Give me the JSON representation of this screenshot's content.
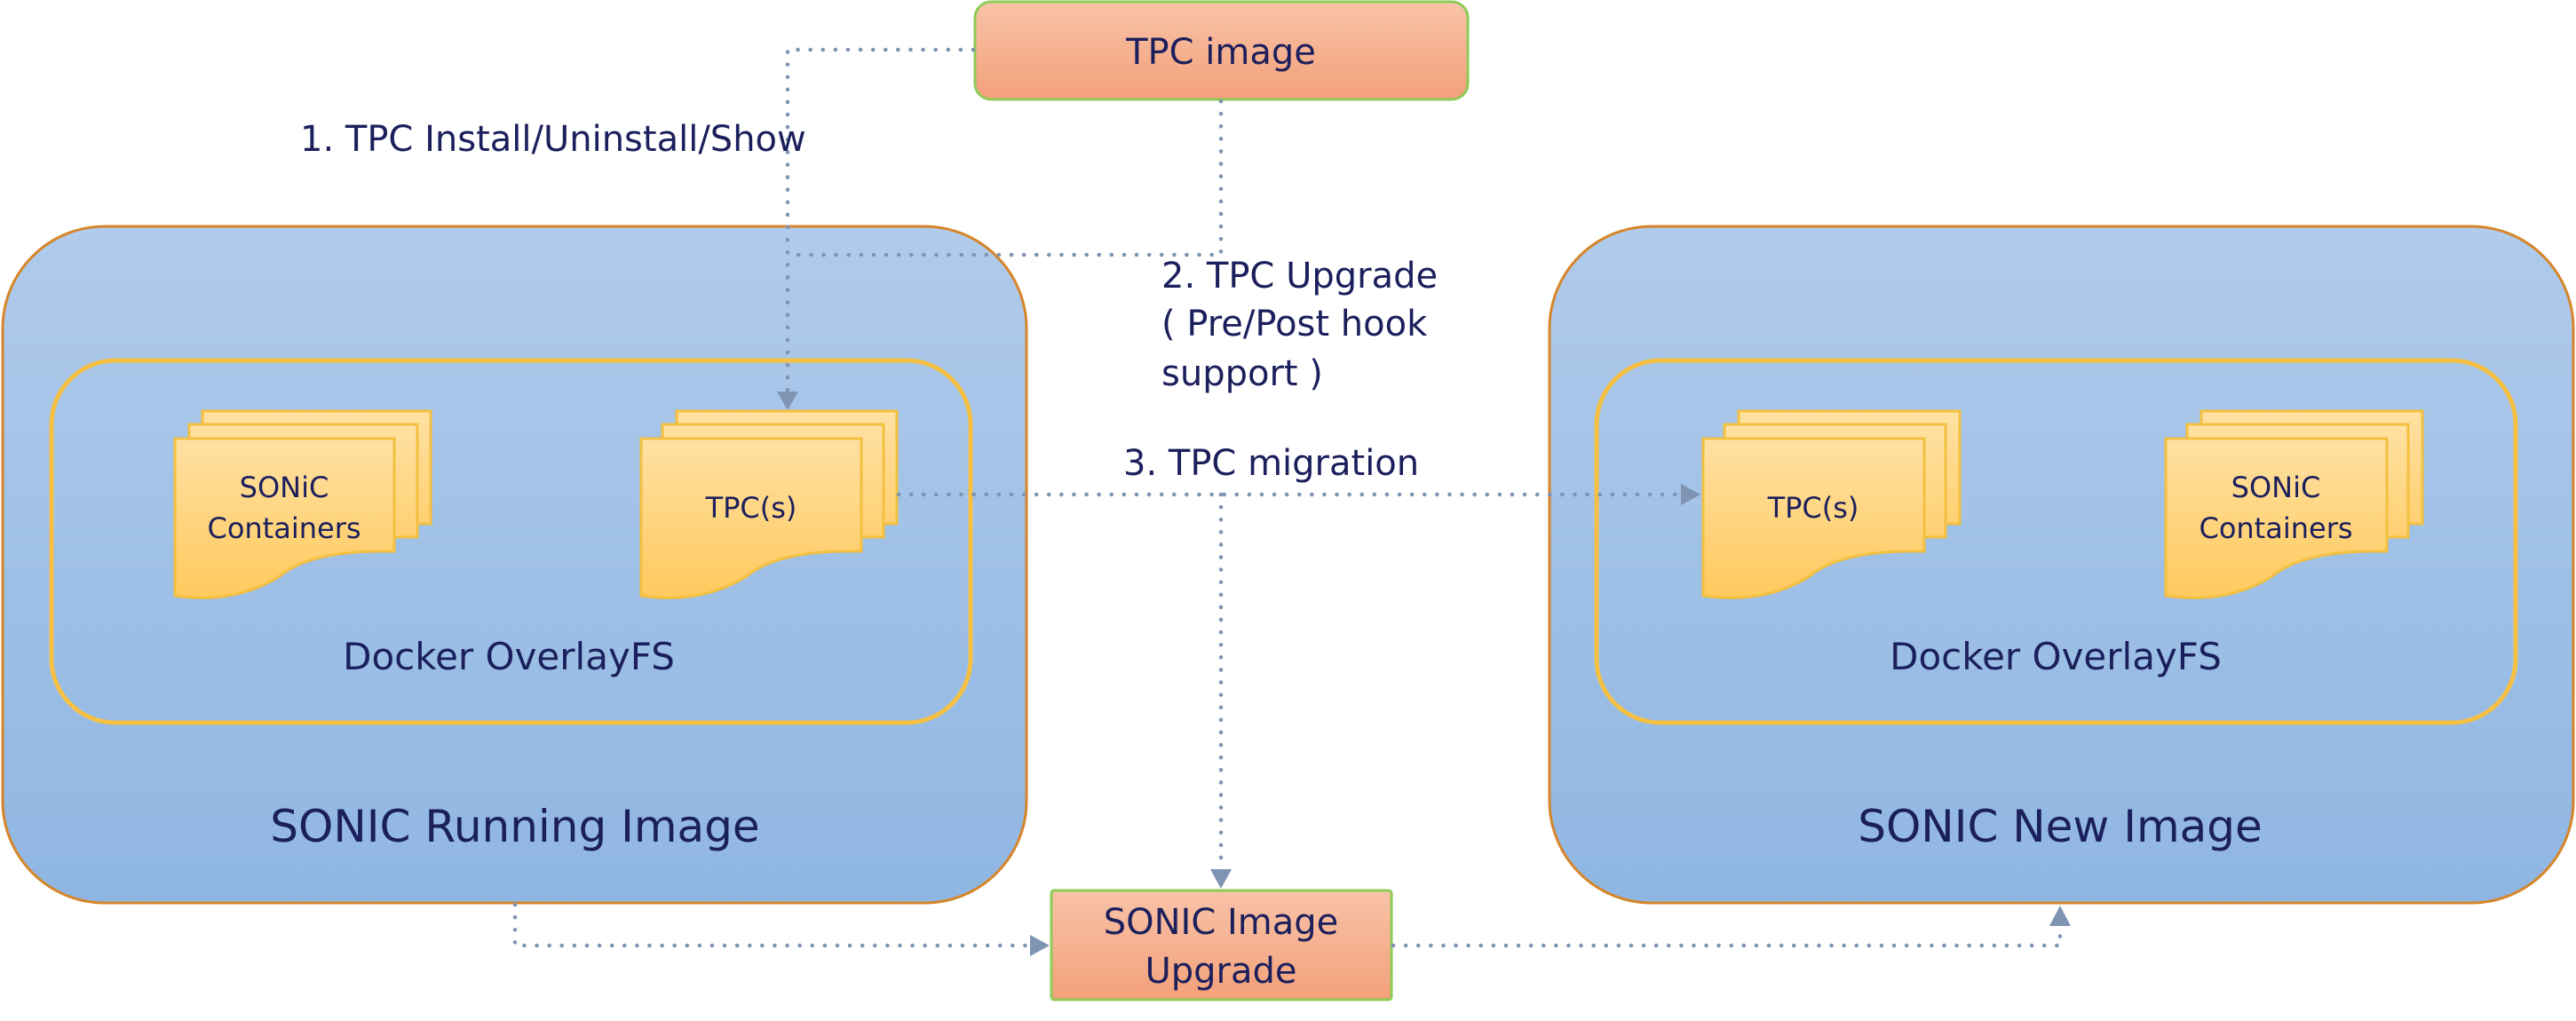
{
  "nodes": {
    "tpc_image": {
      "label": "TPC image"
    },
    "running_image": {
      "label": "SONIC Running Image"
    },
    "new_image": {
      "label": "SONIC New Image"
    },
    "overlay_left": {
      "label": "Docker OverlayFS"
    },
    "overlay_right": {
      "label": "Docker OverlayFS"
    },
    "sonic_containers_left": {
      "lines": [
        "SONiC",
        "Containers"
      ]
    },
    "tpcs_left": {
      "label": "TPC(s)"
    },
    "tpcs_right": {
      "label": "TPC(s)"
    },
    "sonic_containers_right": {
      "lines": [
        "SONiC",
        "Containers"
      ]
    },
    "image_upgrade": {
      "lines": [
        "SONIC Image",
        "Upgrade"
      ]
    }
  },
  "edges": {
    "install": {
      "label": "1. TPC Install/Uninstall/Show"
    },
    "upgrade": {
      "lines": [
        "2. TPC Upgrade",
        "( Pre/Post hook",
        "support )"
      ]
    },
    "migration": {
      "label": "3. TPC migration"
    }
  },
  "colors": {
    "outer_box_top": "#b0cbeb",
    "outer_box_bottom": "#8fb6e2",
    "outer_box_stroke": "#d6862a",
    "overlay_stroke": "#f6c142",
    "doc_fill_top": "#ffe1a3",
    "doc_fill_bottom": "#ffc95d",
    "doc_stroke": "#f3c03f",
    "orange_top": "#f8c3a8",
    "orange_bottom": "#f3a07a",
    "orange_stroke": "#8ecb57",
    "connector": "#7f94b3",
    "text": "#1b1f5c"
  }
}
